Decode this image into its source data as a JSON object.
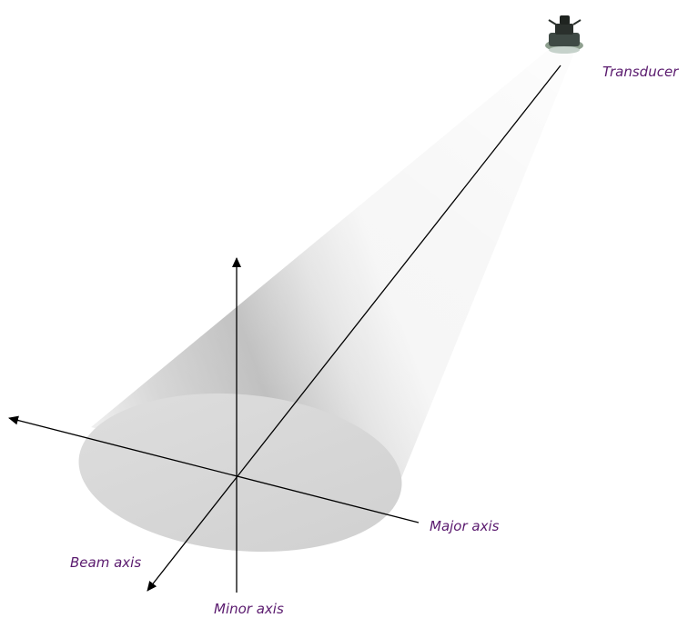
{
  "labels": {
    "transducer": "Transducer",
    "major_axis": "Major axis",
    "beam_axis": "Beam axis",
    "minor_axis": "Minor axis"
  },
  "colors": {
    "label_text": "#5a1a6e",
    "axis_line": "#000000",
    "beam_cone_light": "#f3f3f3",
    "beam_cone_dark": "#b9b9b9",
    "ellipse_face": "#d9d9d9"
  },
  "icons": {
    "transducer": "transducer-device-icon"
  }
}
